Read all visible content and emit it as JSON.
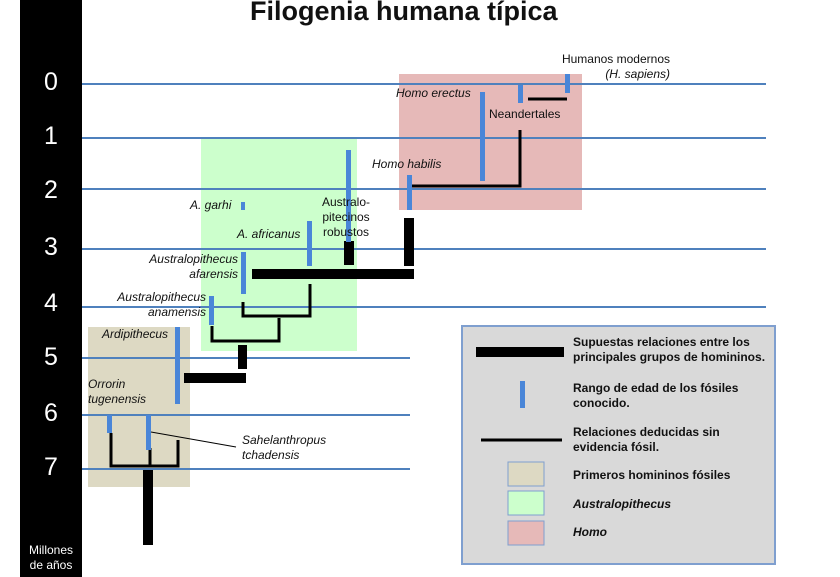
{
  "title": "Filogenia humana típica",
  "axis": {
    "ticks": [
      "0",
      "1",
      "2",
      "3",
      "4",
      "5",
      "6",
      "7"
    ],
    "label_line1": "Millones",
    "label_line2": "de años"
  },
  "taxa": {
    "modern_humans_line1": "Humanos modernos",
    "modern_humans_line2": "(H. sapiens)",
    "homo_erectus": "Homo erectus",
    "neanderthals": "Neandertales",
    "homo_habilis": "Homo habilis",
    "a_garhi": "A. garhi",
    "robust_line1": "Australo-",
    "robust_line2": "pitecinos",
    "robust_line3": "robustos",
    "a_africanus": "A. africanus",
    "afarensis_line1": "Australopithecus",
    "afarensis_line2": "afarensis",
    "anamensis_line1": "Australopithecus",
    "anamensis_line2": "anamensis",
    "ardipithecus": "Ardipithecus",
    "orrorin_line1": "Orrorin",
    "orrorin_line2": "tugenensis",
    "sahelanthropus_line1": "Sahelanthropus",
    "sahelanthropus_line2": "tchadensis"
  },
  "legend": {
    "thick_line1": "Supuestas relaciones entre los",
    "thick_line2": "principales grupos de homininos.",
    "fossil_line1": "Rango de edad de los fósiles",
    "fossil_line2": "conocido.",
    "thin_line1": "Relaciones deducidas sin",
    "thin_line2": "evidencia fósil.",
    "early": "Primeros homininos fósiles",
    "australopithecus": "Australopithecus",
    "homo": "Homo"
  },
  "colors": {
    "timeline": "#4f81bd",
    "fossil_range": "#4a86d8",
    "early_region": "#ddd9c3",
    "australopithecus_region": "#ccffcc",
    "homo_region": "#e6b9b8",
    "legend_bg": "#d9d9d9",
    "legend_border": "#7f9fcf"
  }
}
